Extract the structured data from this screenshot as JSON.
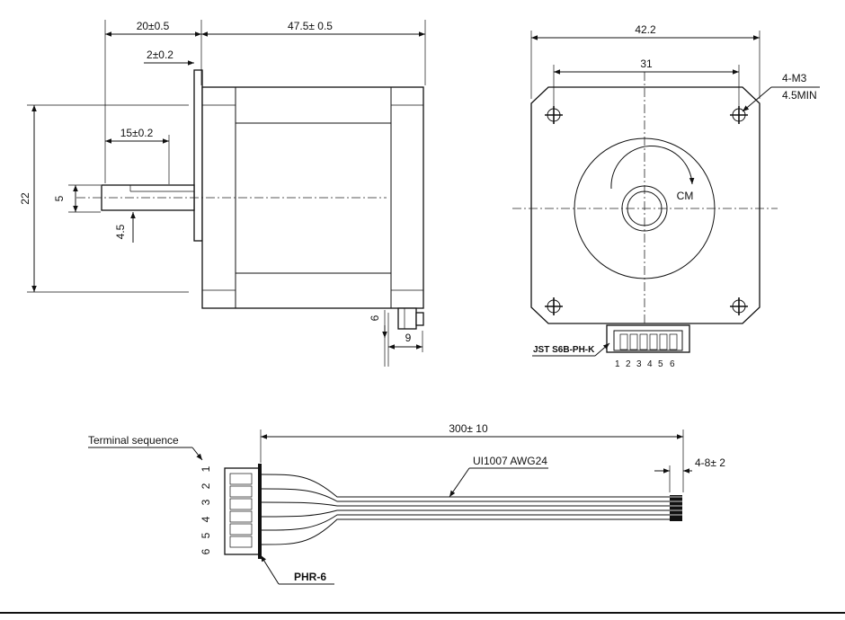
{
  "side_view": {
    "dim_shaft_length": "20±0.5",
    "dim_body_length": "47.5± 0.5",
    "dim_boss_height": "2±0.2",
    "dim_flat_length": "15±0.2",
    "dim_boss_dia": "22",
    "dim_shaft_dia": "5",
    "dim_flat": "4.5",
    "dim_conn_offset": "6",
    "dim_conn_width": "9"
  },
  "front_view": {
    "dim_width": "42.2",
    "dim_hole_spacing": "31",
    "hole_spec_1": "4-M3",
    "hole_spec_2": "4.5MIN",
    "rotation_label": "CM",
    "connector_label": "JST S6B-PH-K",
    "pin_numbers": [
      "1",
      "2",
      "3",
      "4",
      "5",
      "6"
    ]
  },
  "cable_view": {
    "terminal_label": "Terminal sequence",
    "dim_cable_length": "300± 10",
    "cable_spec": "UI1007  AWG24",
    "dim_strip": "4-8± 2",
    "plug_label": "PHR-6",
    "pins": [
      "1",
      "2",
      "3",
      "4",
      "5",
      "6"
    ]
  }
}
